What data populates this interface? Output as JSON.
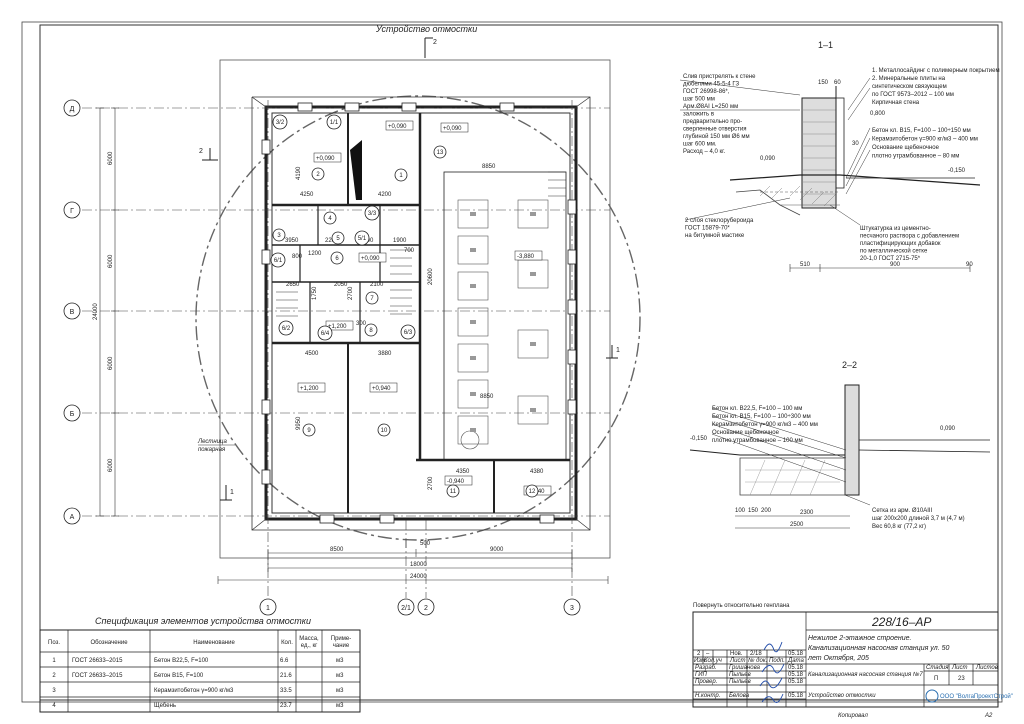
{
  "plan": {
    "title": "Устройство отмостки",
    "axes_rows": [
      "Д",
      "Г",
      "В",
      "Б",
      "А"
    ],
    "axes_cols": [
      "1",
      "2/1",
      "2",
      "3"
    ],
    "row_dims": [
      "6000",
      "6000",
      "6000",
      "6000"
    ],
    "total_height_dim": "24000",
    "col_dims": [
      "8500",
      "9000"
    ],
    "total_width_inner": "18000",
    "total_width_outer": "24000",
    "offset_dim": "500",
    "room_dims": [
      "4250",
      "4200",
      "8850",
      "3950",
      "2200",
      "2200",
      "1900",
      "2650",
      "2050",
      "2100",
      "4500",
      "3880",
      "8850",
      "4350",
      "4380",
      "9950",
      "20600",
      "2700",
      "1200",
      "4190",
      "3300",
      "1200",
      "1750",
      "2700",
      "300",
      "700",
      "800"
    ],
    "levels": [
      "+0,090",
      "+0,090",
      "+0,090",
      "-3,880",
      "+0,090",
      "+1,200",
      "+1,200",
      "+0,940",
      "-0,940",
      "+0,940"
    ],
    "rooms": [
      "1",
      "2",
      "3",
      "4",
      "5",
      "6",
      "7",
      "8",
      "9",
      "10",
      "11",
      "12",
      "13",
      "3/2",
      "5/1",
      "6/1",
      "6/2",
      "6/4",
      "3/3",
      "6/3",
      "1/1"
    ],
    "section_marks": [
      "1",
      "2",
      "1",
      "2"
    ],
    "stair_label": [
      "Лестница",
      "пожарная"
    ],
    "rotate_note": "Повернуть относительно генплана"
  },
  "section_1_1": {
    "title": "1–1",
    "notes_right": [
      "1. Металлосайдинг с полимерным покрытием",
      "2. Минеральные плиты на",
      "синтетическом связующем",
      "по ГОСТ 9573–2012 – 100 мм",
      "Кирпичная стена"
    ],
    "notes_left": [
      "Слив пристрелять к стене",
      "дюбелями 45-5-4 ГЗ",
      "ГОСТ 26998-86*,",
      "шаг 500 мм",
      "Арм.Ø8АI L=250 мм",
      "заложить в",
      "предварительно про-",
      "сверленные отверстия",
      "глубиной 150 мм Ø6 мм",
      "шаг 600 мм.",
      "Расход – 4,0 кг."
    ],
    "layers": [
      "Бетон кл. В15, F=100 – 100÷150 мм",
      "Керамзитобетон γ=900 кг/м3 – 400 мм",
      "Основание щебеночное",
      "плотно утрамбованное – 80 мм"
    ],
    "bottom_notes_left": [
      "2 слоя стеклорубероида",
      "ГОСТ 15879-70*",
      "на битумной мастике"
    ],
    "bottom_notes_right": [
      "Штукатурка из цементно-",
      "песчаного раствора с добавлением",
      "пластифицирующих добавок",
      "по металлической сетке",
      "20-1,0 ГОСТ 2715-75*"
    ],
    "dims": [
      "150",
      "60",
      "0,800",
      "30",
      "0,090",
      "-0,150",
      "510",
      "900",
      "90"
    ]
  },
  "section_2_2": {
    "title": "2–2",
    "layers": [
      "Бетон кл. В22,5, F=100 – 100 мм",
      "Бетон кл. В15, F=100 – 100÷300 мм",
      "Керамзитобетон γ=900 кг/м3 – 400 мм",
      "Основание щебеночное",
      "плотно утрамбованное – 100 мм"
    ],
    "levels": [
      "-0,150",
      "0,090"
    ],
    "dims": [
      "100",
      "150",
      "200",
      "2300",
      "2500"
    ],
    "mesh_note": [
      "Сетка из арм. Ø10АIII",
      "шаг 200х200 длиной 3,7 м (4,7 м)",
      "Вес 60,8 кг (77,2 кг)"
    ]
  },
  "spec": {
    "title": "Спецификация элементов устройства отмостки",
    "headers": [
      "Поз.",
      "Обозначение",
      "Наименование",
      "Кол.",
      "Масса, ед., кг",
      "Приме-чание"
    ],
    "rows": [
      {
        "pos": "1",
        "code": "ГОСТ 26633–2015",
        "name": "Бетон В22,5, F=100",
        "qty": "6.6",
        "mass": "",
        "note": "м3"
      },
      {
        "pos": "2",
        "code": "ГОСТ 26633–2015",
        "name": "Бетон В15, F=100",
        "qty": "21.6",
        "mass": "",
        "note": "м3"
      },
      {
        "pos": "3",
        "code": "",
        "name": "Керамзитобетон γ=900 кг/м3",
        "qty": "33.5",
        "mass": "",
        "note": "м3"
      },
      {
        "pos": "4",
        "code": "",
        "name": "Щебень",
        "qty": "23.7",
        "mass": "",
        "note": "м3"
      }
    ]
  },
  "stamp": {
    "code": "228/16–АР",
    "title": "Нежилое 2-этажное строение. Канализационная насосная станция ул. 50 лет Октября, 205",
    "rev_row": [
      "2",
      "–",
      "Нов.",
      "2/18",
      "",
      "05.18"
    ],
    "header_row": [
      "Изм.",
      "Кол.уч",
      "Лист",
      "№ док.",
      "Подп.",
      "Дата"
    ],
    "people": [
      {
        "role": "Разраб.",
        "name": "Гришанова",
        "date": "05.18"
      },
      {
        "role": "ГИП",
        "name": "Пыльев",
        "date": "05.18"
      },
      {
        "role": "Провер.",
        "name": "Пыльев",
        "date": "05.18"
      },
      {
        "role": "",
        "name": "",
        "date": ""
      },
      {
        "role": "Н.контр.",
        "name": "Белова",
        "date": "05.18"
      }
    ],
    "object": "Канализационная насосная станция №7",
    "stage_headers": [
      "Стадия",
      "Лист",
      "Листов"
    ],
    "stage_values": [
      "П",
      "23",
      ""
    ],
    "sheet_name": "Устройство отмостки",
    "org": "ООО \"ВолгаПроектСтрой\"",
    "copied": "Копировал",
    "format": "А2"
  }
}
